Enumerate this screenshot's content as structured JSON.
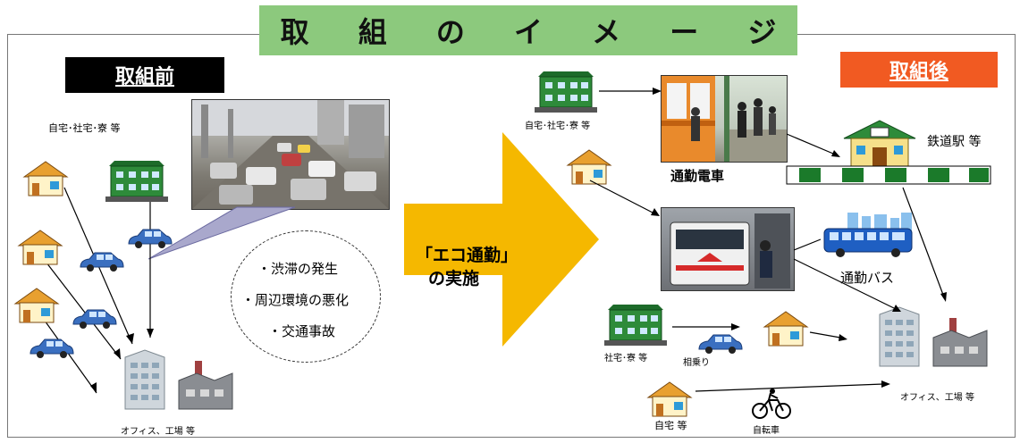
{
  "title": "取 組 の イ メ ー ジ",
  "before": {
    "label": "取組前",
    "homes_label": "自宅･社宅･寮 等",
    "office_label": "オフィス、工場 等",
    "issues": [
      "・渋滞の発生",
      "・周辺環境の悪化",
      "・交通事故"
    ]
  },
  "action": {
    "line1": "「エコ通勤」",
    "line2": "の実施"
  },
  "after": {
    "label": "取組後",
    "homes_label": "自宅･社宅･寮 等",
    "train_label": "通勤電車",
    "station_label": "鉄道駅 等",
    "bus_label": "通勤バス",
    "dorm_label": "社宅･寮 等",
    "carpool_label": "相乗り",
    "home_label": "自宅 等",
    "bicycle_label": "自転車",
    "office_label": "オフィス、工場 等"
  },
  "colors": {
    "title_banner": "#8cc97d",
    "before_label_bg": "#000000",
    "after_label_bg": "#f15a22",
    "arrow": "#f5b800",
    "car": "#3a6fc0",
    "building_green": "#2e8b3a"
  }
}
